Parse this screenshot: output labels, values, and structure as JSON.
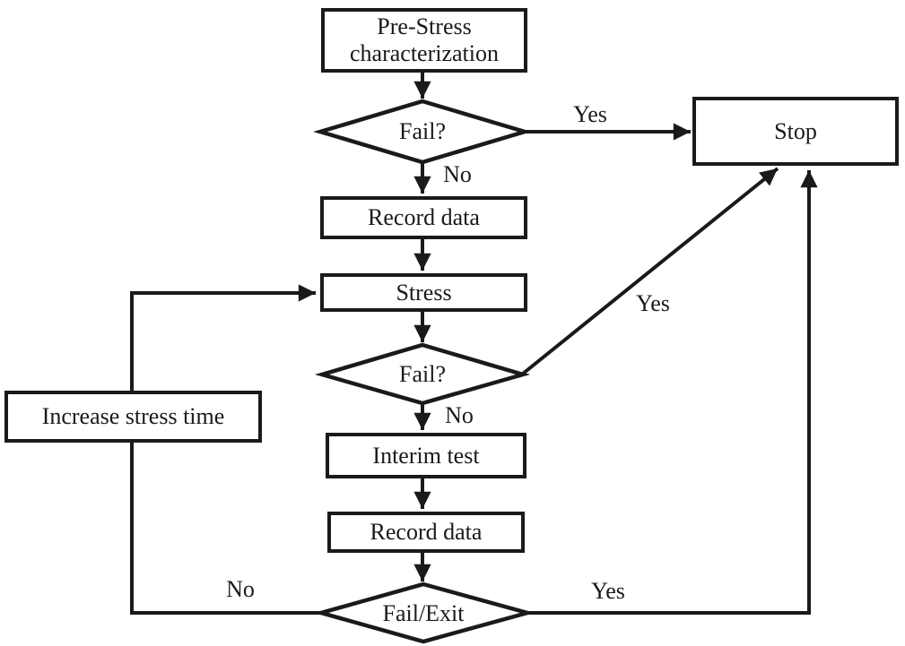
{
  "diagram": {
    "type": "flowchart",
    "colors": {
      "line": "#1a1a1a",
      "node_fill": "#ffffff",
      "background": "#ffffff"
    },
    "nodes": {
      "pre_stress": {
        "label": "Pre-Stress characterization",
        "shape": "rectangle"
      },
      "fail1": {
        "label": "Fail?",
        "shape": "diamond"
      },
      "stop": {
        "label": "Stop",
        "shape": "rectangle"
      },
      "record1": {
        "label": "Record data",
        "shape": "rectangle"
      },
      "stress": {
        "label": "Stress",
        "shape": "rectangle"
      },
      "fail2": {
        "label": "Fail?",
        "shape": "diamond"
      },
      "interim": {
        "label": "Interim test",
        "shape": "rectangle"
      },
      "record2": {
        "label": "Record data",
        "shape": "rectangle"
      },
      "fail_exit": {
        "label": "Fail/Exit",
        "shape": "diamond"
      },
      "increase": {
        "label": "Increase stress time",
        "shape": "rectangle"
      }
    },
    "edge_labels": {
      "fail1_yes": "Yes",
      "fail1_no": "No",
      "fail2_yes": "Yes",
      "fail2_no": "No",
      "fail_exit_yes": "Yes",
      "fail_exit_no": "No"
    }
  }
}
